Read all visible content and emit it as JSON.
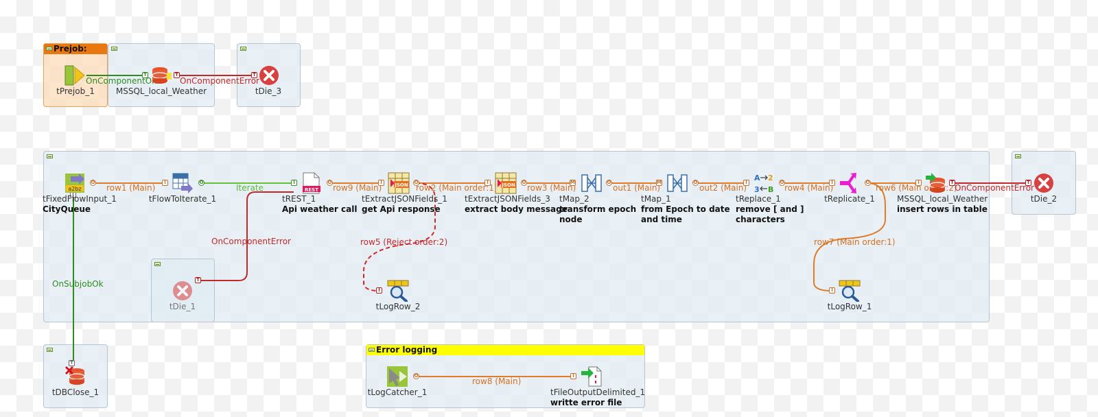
{
  "subjobs": {
    "prejob_title": "Prejob:",
    "error_title": "Error logging"
  },
  "components": {
    "tPrejob_1": {
      "name": "tPrejob_1",
      "label": ""
    },
    "MSSQL_local_Weather_pre": {
      "name": "MSSQL_local_Weather",
      "label": ""
    },
    "tDie_3": {
      "name": "tDie_3",
      "label": ""
    },
    "tFixedFlowInput_1": {
      "name": "tFixedFlowInput_1",
      "label": "CityQueue"
    },
    "tFlowToIterate_1": {
      "name": "tFlowToIterate_1",
      "label": ""
    },
    "tREST_1": {
      "name": "tREST_1",
      "label": "Api weather call"
    },
    "tExtractJSONFields_1": {
      "name": "tExtractJSONFields_1",
      "label": "get Api response"
    },
    "tExtractJSONFields_3": {
      "name": "tExtractJSONFields_3",
      "label": "extract body message"
    },
    "tMap_2": {
      "name": "tMap_2",
      "label_lines": [
        "transform epoch",
        "node"
      ]
    },
    "tMap_1": {
      "name": "tMap_1",
      "label_lines": [
        "from Epoch to date",
        "and time"
      ]
    },
    "tReplace_1": {
      "name": "tReplace_1",
      "label_lines": [
        "remove [ and ]",
        "characters"
      ]
    },
    "tReplicate_1": {
      "name": "tReplicate_1",
      "label": ""
    },
    "MSSQL_local_Weather_main": {
      "name": "MSSQL_local_Weather",
      "label": "insert rows in table"
    },
    "tDie_2": {
      "name": "tDie_2",
      "label": ""
    },
    "tDie_1": {
      "name": "tDie_1",
      "label": ""
    },
    "tLogRow_2": {
      "name": "tLogRow_2",
      "label": ""
    },
    "tLogRow_1": {
      "name": "tLogRow_1",
      "label": ""
    },
    "tDBClose_1": {
      "name": "tDBClose_1",
      "label": ""
    },
    "tLogCatcher_1": {
      "name": "tLogCatcher_1",
      "label": ""
    },
    "tFileOutputDelimited_1": {
      "name": "tFileOutputDelimited_1",
      "label": "writte error file"
    }
  },
  "links": {
    "pre_ok": "OnComponentOk",
    "pre_err": "OnComponentError",
    "row1": "row1 (Main)",
    "iterate": "Iterate",
    "row9": "row9 (Main)",
    "row2": "row2 (Main order:1)",
    "row3": "row3 (Main)",
    "out1": "out1 (Main)",
    "out2": "out2 (Main)",
    "row4": "row4 (Main)",
    "row6": "row6 (Main order:2)",
    "main_err": "OnComponentError",
    "rest_err": "OnComponentError",
    "row5": "row5 (Reject order:2)",
    "row7": "row7 (Main order:1)",
    "subjob_ok": "OnSubjobOk",
    "row8": "row8 (Main)"
  },
  "colors": {
    "main_link": "#e07b2a",
    "trigger_ok": "#2e8b22",
    "trigger_error": "#c0282a",
    "iterate_link": "#66c03a",
    "prejob_header": "#e8780f",
    "error_header": "#ffff00"
  }
}
